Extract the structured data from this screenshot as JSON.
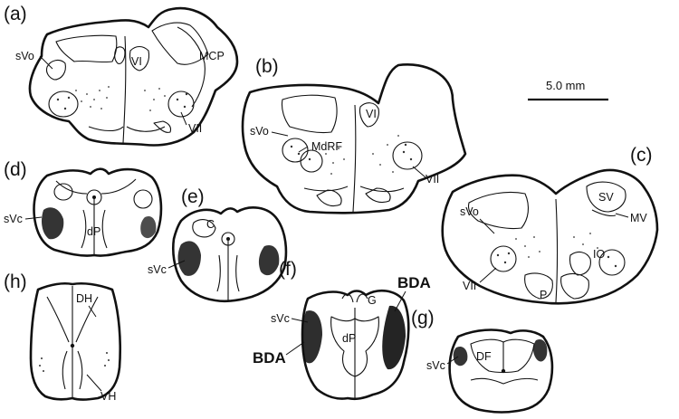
{
  "scale_bar": {
    "label": "5.0 mm"
  },
  "panels": {
    "a": {
      "letter": "(a)",
      "labels": {
        "svo": "sVo",
        "vi": "VI",
        "mcp": "MCP",
        "vii": "VII"
      }
    },
    "b": {
      "letter": "(b)",
      "labels": {
        "svo": "sVo",
        "vi": "VI",
        "mdrf": "MdRF",
        "vii": "VII"
      }
    },
    "c": {
      "letter": "(c)",
      "labels": {
        "svo": "sVo",
        "sv": "SV",
        "mv": "MV",
        "io": "IO",
        "vii": "VII",
        "p": "P"
      }
    },
    "d": {
      "letter": "(d)",
      "labels": {
        "svc": "sVc",
        "dp": "dP"
      }
    },
    "e": {
      "letter": "(e)",
      "labels": {
        "c": "C",
        "svc": "sVc"
      }
    },
    "f": {
      "letter": "(f)",
      "labels": {
        "g": "G",
        "svc": "sVc",
        "bda": "BDA",
        "dp": "dP",
        "bda2": "BDA"
      }
    },
    "g": {
      "letter": "(g)",
      "labels": {
        "df": "DF",
        "svc": "sVc"
      }
    },
    "h": {
      "letter": "(h)",
      "labels": {
        "dh": "DH",
        "vh": "VH"
      }
    }
  }
}
